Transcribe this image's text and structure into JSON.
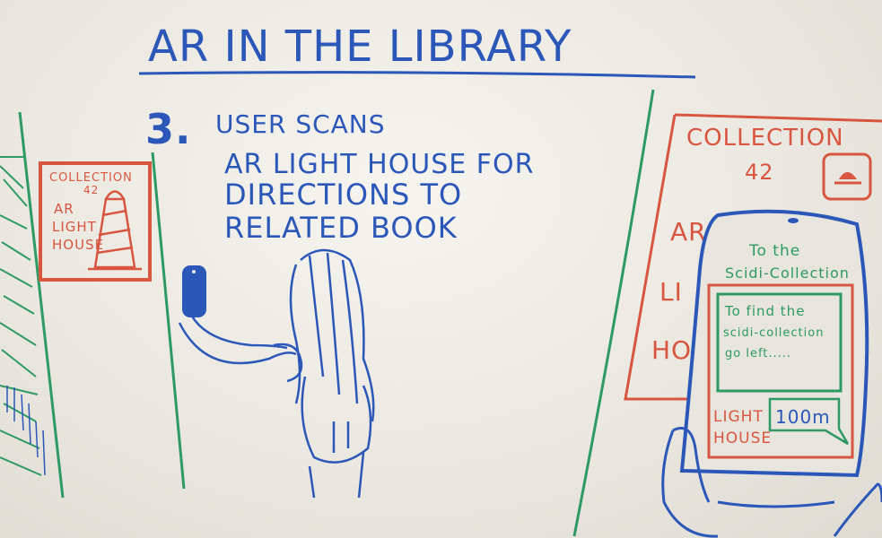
{
  "whiteboard": {
    "title": "AR IN THE LIBRARY",
    "step_number": "3.",
    "step_text_lines": [
      "USER SCANS",
      "AR LIGHT HOUSE FOR",
      "DIRECTIONS TO",
      "RELATED BOOK"
    ],
    "poster_left": {
      "title": "COLLECTION",
      "number": "42",
      "lines": [
        "AR",
        "LIGHT",
        "HOUSE"
      ]
    },
    "poster_right": {
      "title": "COLLECTION",
      "number": "42",
      "partial_lines": [
        "AR",
        "LI",
        "HO"
      ]
    },
    "phone_screen": {
      "header_lines": [
        "To the",
        "Scidi-Collection"
      ],
      "message_lines": [
        "To find the",
        "scidi-collection",
        "go left....."
      ],
      "label_lines": [
        "LIGHT",
        "HOUSE"
      ],
      "distance": "100m"
    }
  },
  "colors": {
    "marker_blue": "#2b57b8",
    "marker_red": "#d8563f",
    "marker_green": "#2e9a63"
  }
}
